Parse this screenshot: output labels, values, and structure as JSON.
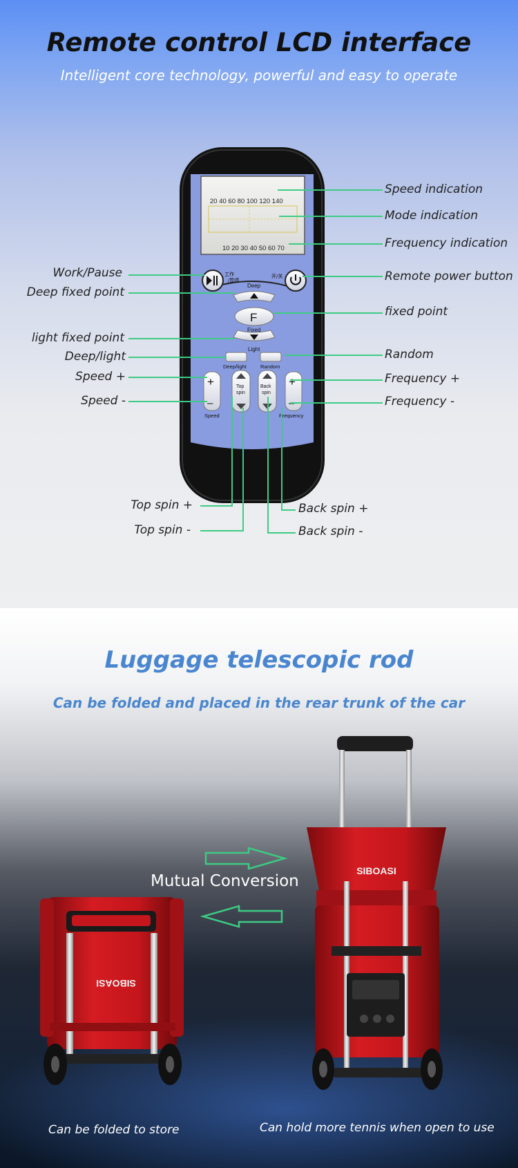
{
  "section1": {
    "title": "Remote control LCD interface",
    "subtitle": "Intelligent core technology, powerful and easy to operate",
    "lcd": {
      "speed_scale": "20  40  60  80  100  120  140",
      "frequency_scale": "10 20 30 40 50 60 70"
    },
    "remote_labels": {
      "work_cn": "工作",
      "pause_cn": "/暂停",
      "power_cn": "开/关",
      "deep": "Deep",
      "fixed_btn": "F",
      "fixed": "Fixed",
      "light": "Light",
      "deep_light": "Deep/light",
      "random": "Random",
      "top_spin": "Top spin",
      "back_spin": "Back spin",
      "speed": "Speed",
      "frequency": "Frequency",
      "plus": "+",
      "minus": "–"
    },
    "callouts_left": {
      "work_pause": "Work/Pause",
      "deep_fixed_point": "Deep fixed point",
      "light_fixed_point": "light fixed point",
      "deep_light": "Deep/light",
      "speed_plus": "Speed +",
      "speed_minus": "Speed -",
      "top_spin_plus": "Top spin +",
      "top_spin_minus": "Top spin -"
    },
    "callouts_right": {
      "speed_indication": "Speed indication",
      "mode_indication": "Mode indication",
      "frequency_indication": "Frequency indication",
      "remote_power_button": "Remote power button",
      "fixed_point": "fixed point",
      "random": "Random",
      "frequency_plus": "Frequency +",
      "frequency_minus": "Frequency -",
      "back_spin_plus": "Back spin +",
      "back_spin_minus": "Back spin -"
    }
  },
  "section2": {
    "title": "Luggage telescopic rod",
    "subtitle": "Can be folded and placed in the rear trunk of the car",
    "mutual": "Mutual Conversion",
    "brand": "SIBOASI",
    "caption_left": "Can be folded to store",
    "caption_right": "Can hold more tennis when open to use"
  },
  "colors": {
    "callout_line": "#3dcb84",
    "remote_blue": "#8a9ce0",
    "machine_red": "#c4161c",
    "heading_blue": "#4a86cf"
  }
}
